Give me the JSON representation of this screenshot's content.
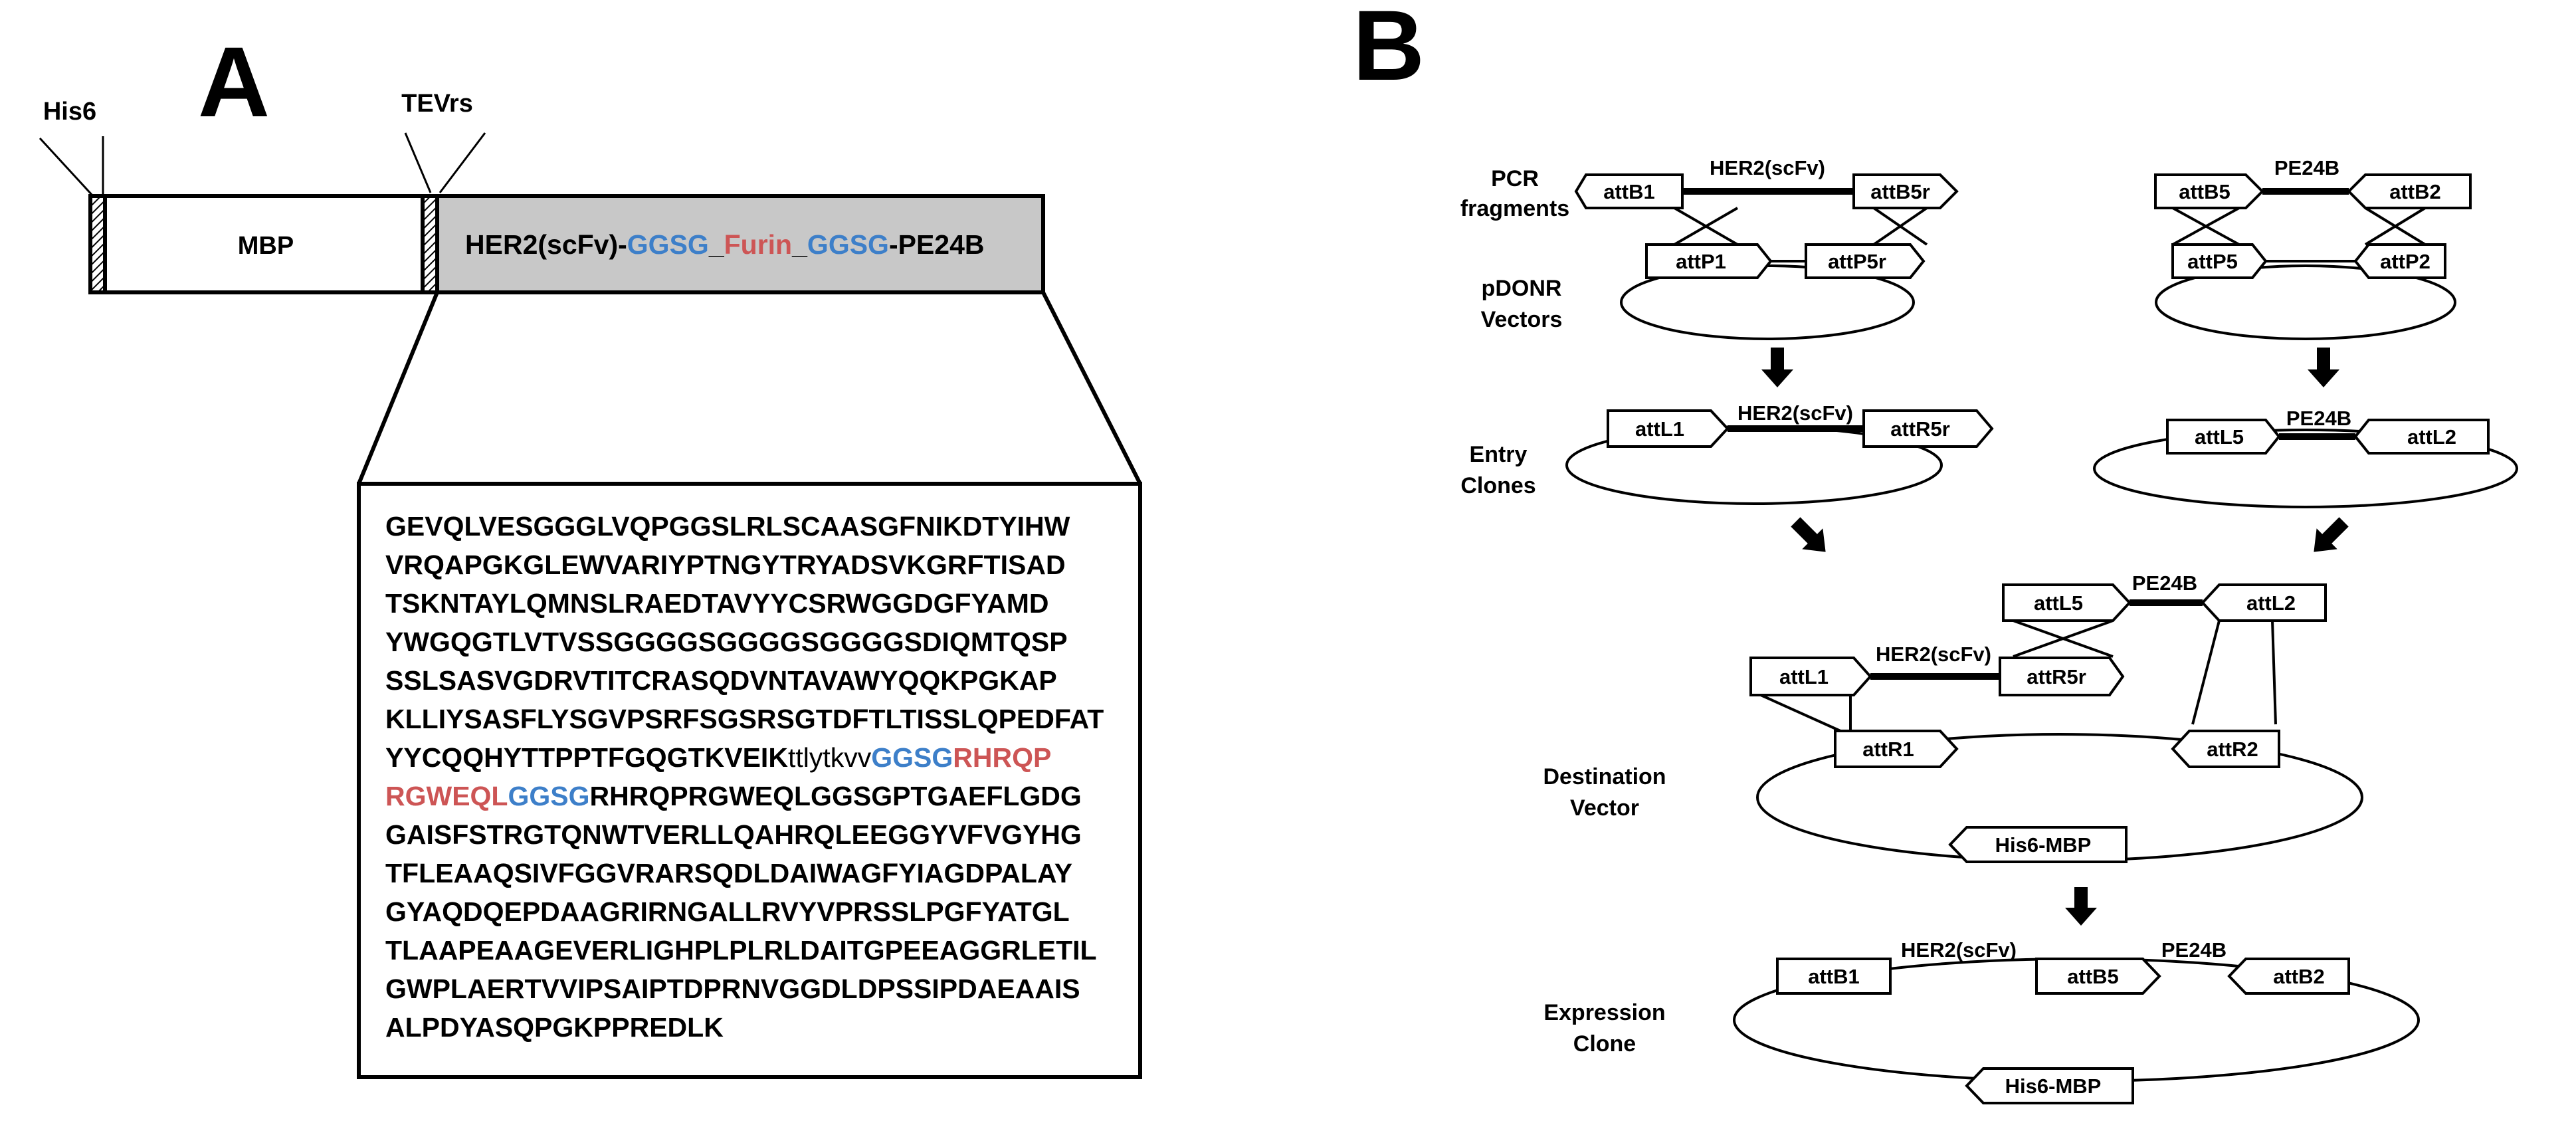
{
  "panel_a": {
    "letter": "A",
    "his_tag": "His6",
    "tev_site": "TEVrs",
    "mbp": "MBP",
    "fusion": {
      "part1": "HER2(scFv)-",
      "linker1": "GGSG",
      "sep1": "_",
      "furin": "Furin",
      "sep2": "_",
      "linker2": "GGSG",
      "part2": "-PE24B"
    },
    "sequence": {
      "line1": "GEVQLVESGGGLVQPGGSLRLSCAASGFNIKDTYIHW",
      "line2": "VRQAPGKGLEWVARIYPTNGYTRYADSVKGRFTISAD",
      "line3": "TSKNTAYLQMNSLRAEDTAVYYCSRWGGDGFYAMD",
      "line4": "YWGQGTLVTVSSGGGGSGGGGSGGGGSDIQMTQSP",
      "line5": "SSLSASVGDRVTITCRASQDVNTAVAWYQQKPGKAP",
      "line6": "KLLIYSASFLYSGVPSRFSGSRSGTDFTLTISSLQPEDFAT",
      "line7": {
        "a": "YYCQQHYTTPPTFGQGTKVEIK",
        "b": "ttlytkvv",
        "c": "GGSG",
        "d": "RHRQP"
      },
      "line8": {
        "a": "RGWEQL",
        "b": "GGSG",
        "c": "RHRQPRGWEQLGGSGPTGAEFLGDG"
      },
      "line9": "GAISFSTRGTQNWTVERLLQAHRQLEEGGYVFVGYHG",
      "line10": "TFLEAAQSIVFGGVRARSQDLDAIWAGFYIAGDPALAY",
      "line11": "GYAQDQEPDAAGRIRNGALLRVYVPRSSLPGFYATGL",
      "line12": "TLAAPEAAGEVERLIGHPLPLRLDAITGPEEAGGRLETIL",
      "line13": "GWPLAERTVVIPSAIPTDPRNVGGDLDPSSIPDAEAAIS",
      "line14": "ALPDYASQPGKPPREDLK"
    }
  },
  "panel_b": {
    "letter": "B",
    "side_labels": {
      "pcr_1": "PCR",
      "pcr_2": "fragments",
      "pdonr_1": "pDONR",
      "pdonr_2": "Vectors",
      "entry_1": "Entry",
      "entry_2": "Clones",
      "dest_1": "Destination",
      "dest_2": "Vector",
      "expr_1": "Expression",
      "expr_2": "Clone"
    },
    "pcr_left": {
      "site_left": "attB1",
      "insert": "HER2(scFv)",
      "site_right": "attB5r"
    },
    "pdonr_left": {
      "site_left": "attP1",
      "site_right": "attP5r"
    },
    "pcr_right": {
      "site_left": "attB5",
      "insert": "PE24B",
      "site_right": "attB2"
    },
    "pdonr_right": {
      "site_left": "attP5",
      "site_right": "attP2"
    },
    "entry_left": {
      "site_left": "attL1",
      "insert": "HER2(scFv)",
      "site_right": "attR5r"
    },
    "entry_right": {
      "site_left": "attL5",
      "insert": "PE24B",
      "site_right": "attL2"
    },
    "lr_top": {
      "site_left": "attL5",
      "insert": "PE24B",
      "site_right": "attL2"
    },
    "lr_mid": {
      "site_left": "attL1",
      "insert": "HER2(scFv)",
      "site_right": "attR5r"
    },
    "destination": {
      "site_left": "attR1",
      "site_right": "attR2",
      "marker": "His6-MBP"
    },
    "expression": {
      "site_1": "attB1",
      "insert_1": "HER2(scFv)",
      "site_2": "attB5",
      "insert_2": "PE24B",
      "site_3": "attB2",
      "marker": "His6-MBP"
    }
  },
  "colors": {
    "linker_blue": "#3d7fc9",
    "furin_red": "#cd5555",
    "fusion_fill": "#c8c8c8",
    "line": "#000000"
  }
}
